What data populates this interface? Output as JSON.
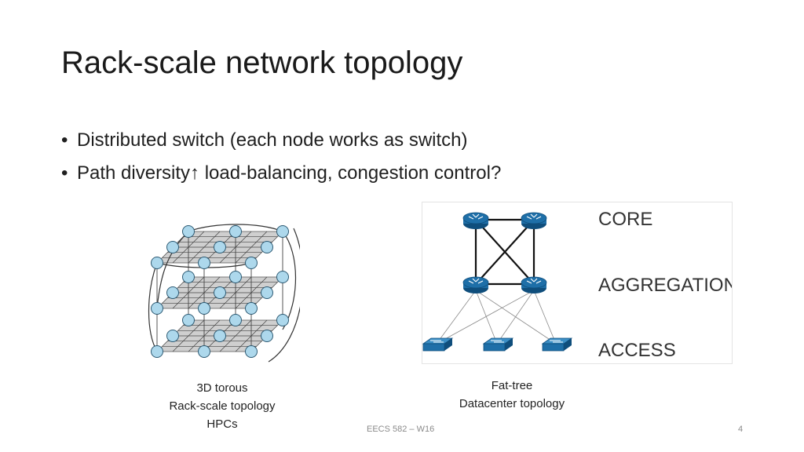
{
  "slide": {
    "title": "Rack-scale network topology",
    "bullets": [
      "Distributed switch (each node works as switch)",
      "Path diversity↑  load-balancing, congestion control?"
    ]
  },
  "figures": {
    "torus": {
      "caption_lines": [
        "3D torous",
        "Rack-scale topology",
        "HPCs"
      ],
      "node_color": "#add8ec"
    },
    "fattree": {
      "layers": [
        "CORE",
        "AGGREGATION",
        "ACCESS"
      ],
      "caption_lines": [
        "Fat-tree",
        "Datacenter topology"
      ],
      "router_color": "#1e6fa8"
    }
  },
  "footer": {
    "course": "EECS 582 – W16",
    "page": "4"
  }
}
